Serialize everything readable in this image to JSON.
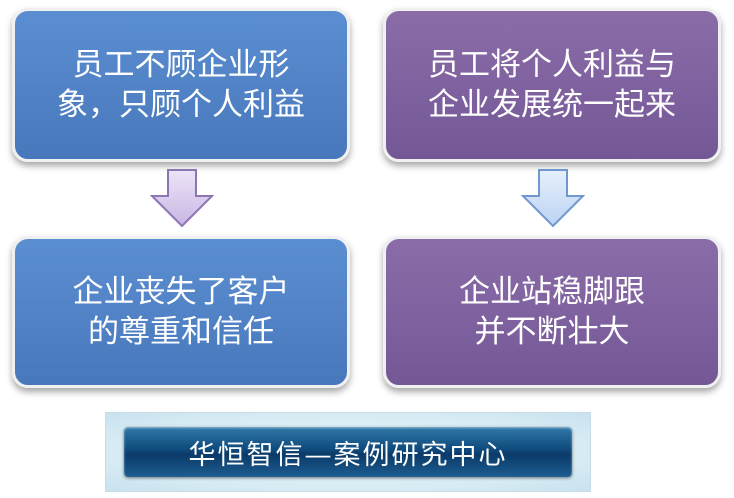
{
  "boxes": {
    "top_left": {
      "line1": "员工不顾企业形",
      "line2": "象，只顾个人利益",
      "color": "#4f82c5"
    },
    "top_right": {
      "line1": "员工将个人利益与",
      "line2": "企业发展统一起来",
      "color": "#7d619e"
    },
    "bottom_left": {
      "line1": "企业丧失了客户",
      "line2": "的尊重和信任",
      "color": "#4f82c5"
    },
    "bottom_right": {
      "line1": "企业站稳脚跟",
      "line2": "并不断壮大",
      "color": "#7d619e"
    }
  },
  "arrows": {
    "left": {
      "icon": "down-arrow-icon",
      "color": "#c9b6e4"
    },
    "right": {
      "icon": "down-arrow-icon",
      "color": "#bcd3f2"
    }
  },
  "banner": {
    "text": "华恒智信—案例研究中心",
    "color": "#0f4a7c"
  }
}
